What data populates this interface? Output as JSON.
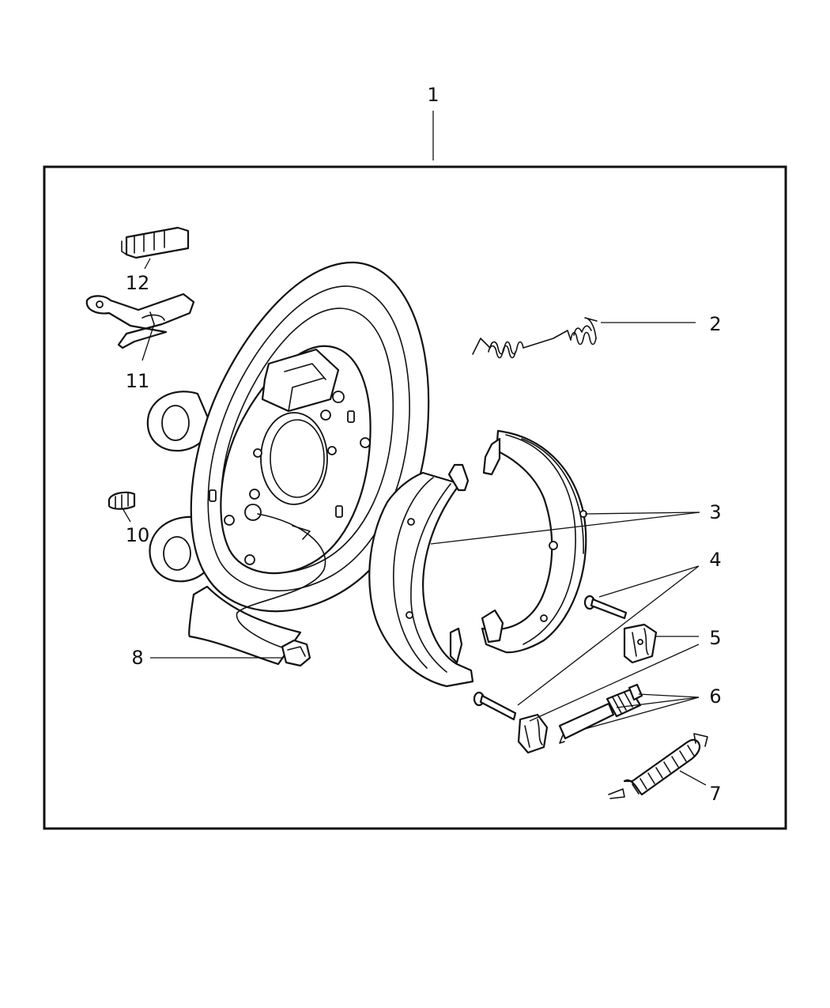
{
  "callouts": {
    "c1": "1",
    "c2": "2",
    "c3": "3",
    "c4": "4",
    "c5": "5",
    "c6": "6",
    "c7": "7",
    "c8": "8",
    "c10": "10",
    "c11": "11",
    "c12": "12"
  },
  "colors": {
    "line": "#111111",
    "background": "#ffffff"
  },
  "parts": [
    {
      "callout": "1",
      "icon": "brake-assembly-kit-frame"
    },
    {
      "callout": "2",
      "icon": "spring-icon"
    },
    {
      "callout": "3",
      "icon": "brake-shoe-icon"
    },
    {
      "callout": "4",
      "icon": "pin-icon"
    },
    {
      "callout": "5",
      "icon": "clip-icon"
    },
    {
      "callout": "6",
      "icon": "adjuster-icon"
    },
    {
      "callout": "7",
      "icon": "spring-icon"
    },
    {
      "callout": "8",
      "icon": "nut-icon"
    },
    {
      "callout": "10",
      "icon": "clip-icon"
    },
    {
      "callout": "11",
      "icon": "lever-icon"
    },
    {
      "callout": "12",
      "icon": "clip-icon"
    }
  ]
}
